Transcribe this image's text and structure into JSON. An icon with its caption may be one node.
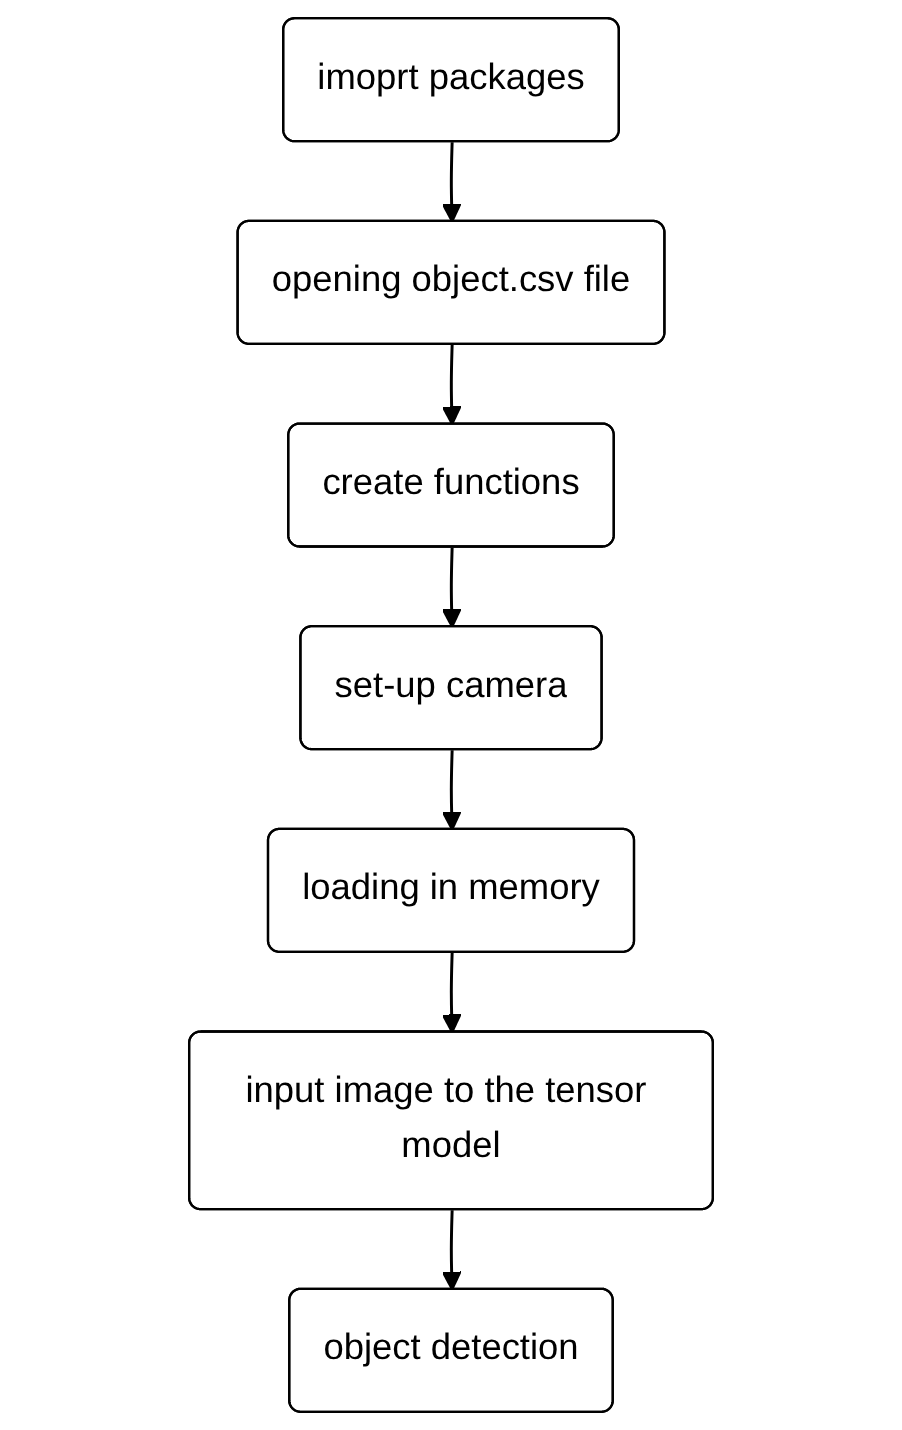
{
  "diagram": {
    "nodes": [
      {
        "text": [
          "imoprt packages"
        ]
      },
      {
        "text": [
          "opening object.csv file"
        ]
      },
      {
        "text": [
          "create functions"
        ]
      },
      {
        "text": [
          "set-up camera"
        ]
      },
      {
        "text": [
          "loading in memory"
        ]
      },
      {
        "text": [
          "input image to the tensor model"
        ]
      },
      {
        "text": [
          "object detection"
        ]
      }
    ],
    "edges": [
      {
        "from": 0,
        "to": 1,
        "arrow": "to"
      },
      {
        "from": 1,
        "to": 2,
        "arrow": "to"
      },
      {
        "from": 2,
        "to": 3,
        "arrow": "to"
      },
      {
        "from": 3,
        "to": 4,
        "arrow": "to"
      },
      {
        "from": 4,
        "to": 5,
        "arrow": "to"
      },
      {
        "from": 5,
        "to": 6,
        "arrow": "to"
      }
    ]
  }
}
